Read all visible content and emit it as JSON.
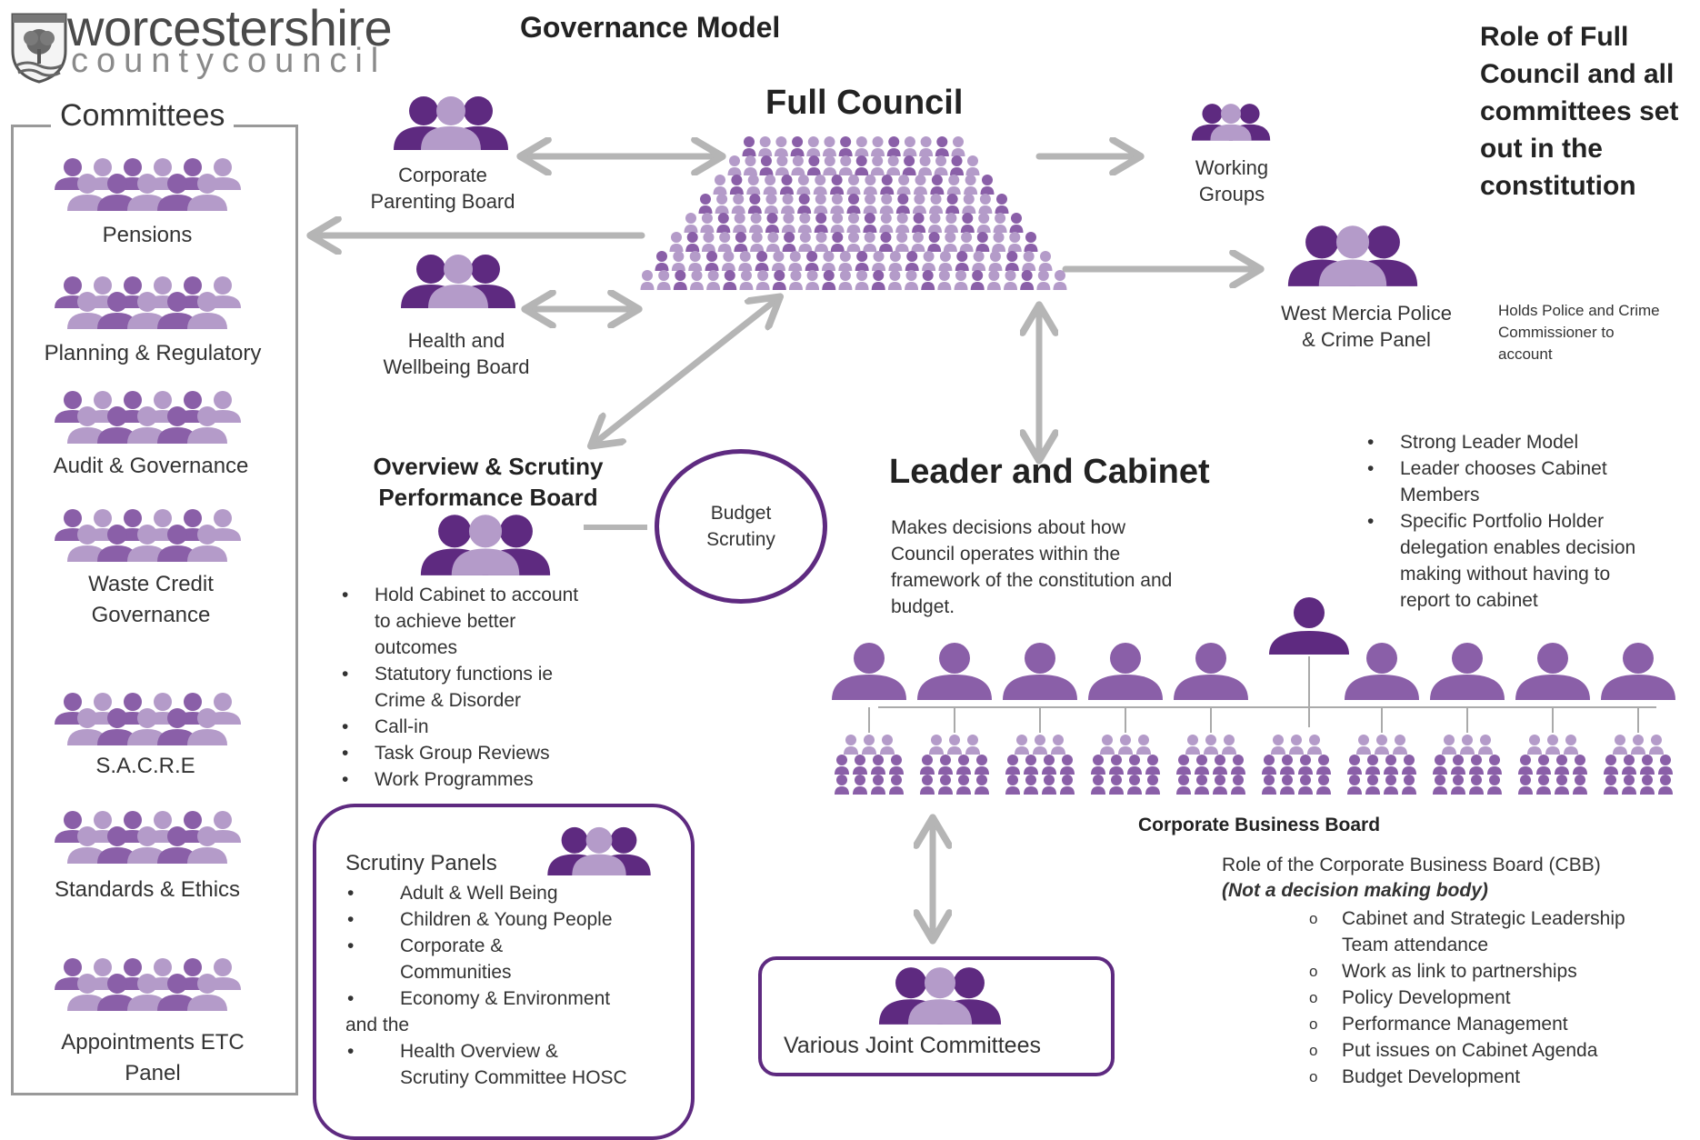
{
  "header": {
    "logo_line1": "worcestershire",
    "logo_line2": "countycouncil",
    "title": "Governance Model",
    "role_note": [
      "Role of Full",
      "Council and all",
      "committees set",
      "out in the",
      "constitution"
    ]
  },
  "committees": {
    "heading": "Committees",
    "items": [
      {
        "label": [
          "Pensions"
        ]
      },
      {
        "label": [
          "Planning & Regulatory"
        ]
      },
      {
        "label": [
          "Audit & Governance"
        ]
      },
      {
        "label": [
          "Waste Credit",
          "Governance"
        ]
      },
      {
        "label": [
          "S.A.C.R.E"
        ]
      },
      {
        "label": [
          "Standards & Ethics"
        ]
      },
      {
        "label": [
          "Appointments ETC",
          "Panel"
        ]
      }
    ]
  },
  "full_council": {
    "title": "Full Council"
  },
  "corporate_parenting": {
    "label": [
      "Corporate",
      "Parenting Board"
    ]
  },
  "health_wellbeing": {
    "label": [
      "Health and",
      "Wellbeing Board"
    ]
  },
  "working_groups": {
    "label": [
      "Working",
      "Groups"
    ]
  },
  "west_mercia": {
    "label": [
      "West Mercia Police",
      "& Crime Panel"
    ],
    "note": [
      "Holds Police and Crime",
      "Commissioner to",
      "account"
    ]
  },
  "overview": {
    "title": [
      "Overview & Scrutiny",
      "Performance Board"
    ],
    "budget": [
      "Budget",
      "Scrutiny"
    ],
    "bullets": [
      [
        "Hold Cabinet to account",
        "to achieve better",
        "outcomes"
      ],
      [
        "Statutory functions ie",
        "Crime & Disorder"
      ],
      [
        "Call-in"
      ],
      [
        "Task Group Reviews"
      ],
      [
        "Work Programmes"
      ]
    ]
  },
  "scrutiny_panels": {
    "title": "Scrutiny Panels",
    "items": [
      [
        "Adult & Well Being"
      ],
      [
        "Children & Young People"
      ],
      [
        "Corporate &",
        "Communities"
      ],
      [
        "Economy & Environment"
      ],
      [
        "Health Overview &",
        "Scrutiny Committee HOSC"
      ]
    ],
    "and_the": "and the"
  },
  "leader": {
    "title": "Leader and Cabinet",
    "description": [
      "Makes decisions about how",
      "Council operates within the",
      "framework of the constitution and",
      "budget."
    ],
    "bullets": [
      [
        "Strong Leader Model"
      ],
      [
        "Leader chooses Cabinet",
        "Members"
      ],
      [
        "Specific Portfolio Holder",
        "delegation enables decision",
        "making without having to",
        "report to cabinet"
      ]
    ]
  },
  "cbb": {
    "title": "Corporate Business Board",
    "role": "Role of the Corporate Business Board (CBB)",
    "role_note": "(Not a decision making body)",
    "items": [
      [
        "Cabinet and Strategic Leadership",
        "Team attendance"
      ],
      [
        "Work as link to partnerships"
      ],
      [
        "Policy Development"
      ],
      [
        "Performance Management"
      ],
      [
        "Put issues on Cabinet Agenda"
      ],
      [
        "Budget Development"
      ]
    ]
  },
  "joint": {
    "label": "Various Joint Committees"
  },
  "colors": {
    "dark_purple": "#5e2a80",
    "mid_purple": "#8a5fa8",
    "light_purple": "#b49bc9",
    "arrow_grey": "#b8b8b8",
    "line_grey": "#aaaaaa"
  }
}
